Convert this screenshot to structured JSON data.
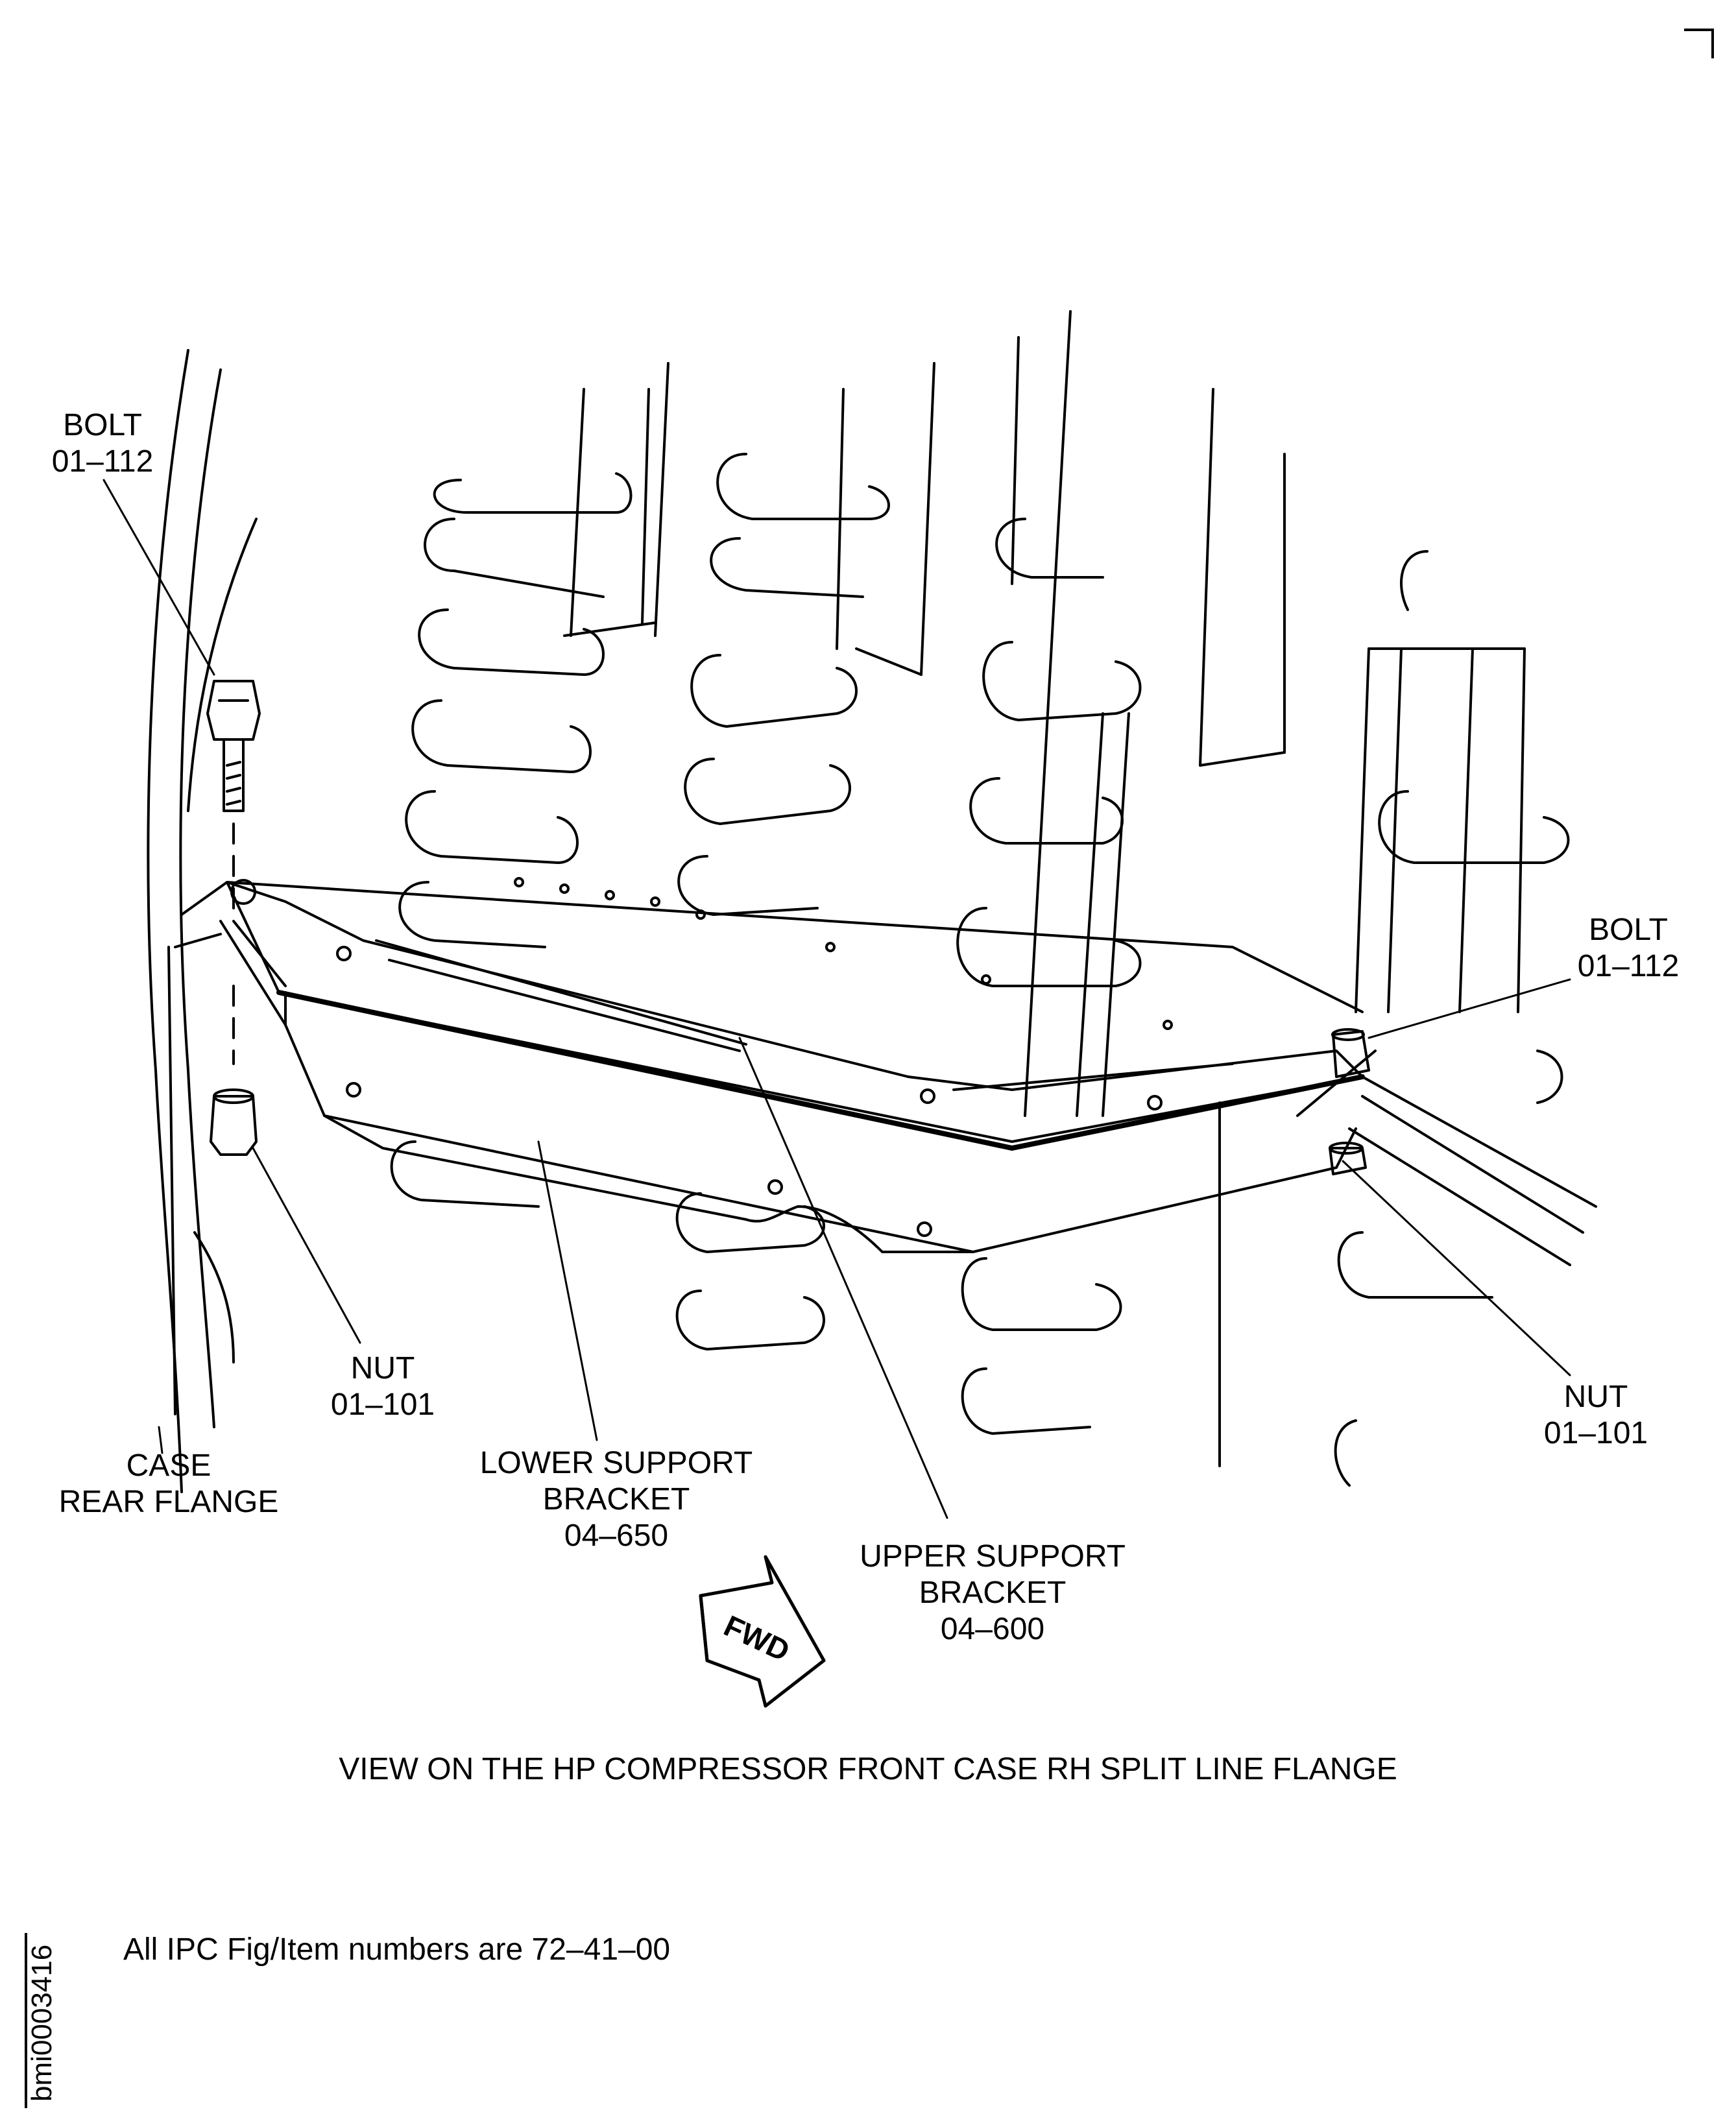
{
  "labels": {
    "bolt_left": [
      "BOLT",
      "01–112"
    ],
    "bolt_right": [
      "BOLT",
      "01–112"
    ],
    "nut_left": [
      "NUT",
      "01–101"
    ],
    "nut_right": [
      "NUT",
      "01–101"
    ],
    "case_rear_flange": [
      "CASE",
      "REAR FLANGE"
    ],
    "lower_support_bracket": [
      "LOWER SUPPORT",
      "BRACKET",
      "04–650"
    ],
    "upper_support_bracket": [
      "UPPER SUPPORT",
      "BRACKET",
      "04–600"
    ],
    "fwd_arrow": "FWD"
  },
  "caption": "VIEW ON THE HP COMPRESSOR FRONT CASE RH SPLIT LINE FLANGE",
  "note": "All IPC Fig/Item numbers are 72–41–00",
  "document_id": "bmi0003416"
}
